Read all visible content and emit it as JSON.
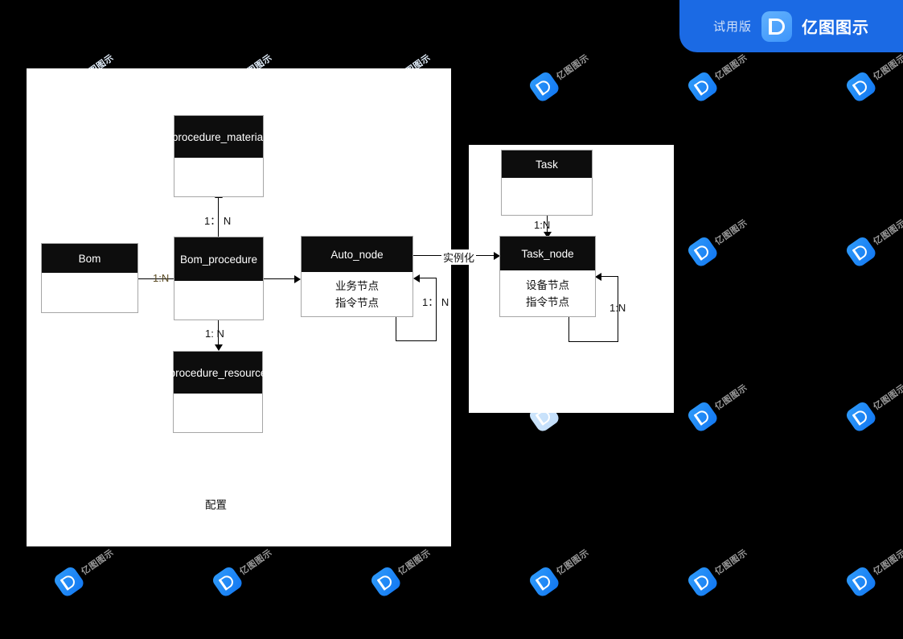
{
  "badge": {
    "trial_label": "试用版",
    "brand_name": "亿图图示",
    "logo_icon": "edrawmax-logo-icon",
    "accent_color": "#1b6ae4"
  },
  "watermark": {
    "text": "亿图图示",
    "logo_icon": "edrawmax-watermark-icon"
  },
  "canvas": {
    "background_color": "#000000",
    "panel_color": "#ffffff"
  },
  "diagram": {
    "type": "entity-relationship",
    "left_panel_note": "配置",
    "entities": [
      {
        "id": "bom",
        "title": "Bom",
        "body_lines": []
      },
      {
        "id": "bom_procedure",
        "title": "Bom_procedure",
        "body_lines": []
      },
      {
        "id": "procedure_material",
        "title": "procedure_material",
        "body_lines": []
      },
      {
        "id": "procedure_resource",
        "title": "procedure_resource",
        "body_lines": []
      },
      {
        "id": "auto_node",
        "title": "Auto_node",
        "body_lines": [
          "业务节点",
          "指令节点"
        ]
      },
      {
        "id": "task",
        "title": "Task",
        "body_lines": []
      },
      {
        "id": "task_node",
        "title": "Task_node",
        "body_lines": [
          "设备节点",
          "指令节点"
        ]
      }
    ],
    "relationships": [
      {
        "from": "bom",
        "to": "bom_procedure",
        "label": "1:N"
      },
      {
        "from": "bom_procedure",
        "to": "procedure_material",
        "label": "1： N"
      },
      {
        "from": "bom_procedure",
        "to": "procedure_resource",
        "label": "1: N"
      },
      {
        "from": "bom_procedure",
        "to": "auto_node",
        "label": ""
      },
      {
        "from": "auto_node",
        "to": "auto_node",
        "label": "1： N"
      },
      {
        "from": "auto_node",
        "to": "task_node",
        "label": "实例化"
      },
      {
        "from": "task",
        "to": "task_node",
        "label": "1:N"
      },
      {
        "from": "task_node",
        "to": "task_node",
        "label": "1:N"
      }
    ]
  }
}
